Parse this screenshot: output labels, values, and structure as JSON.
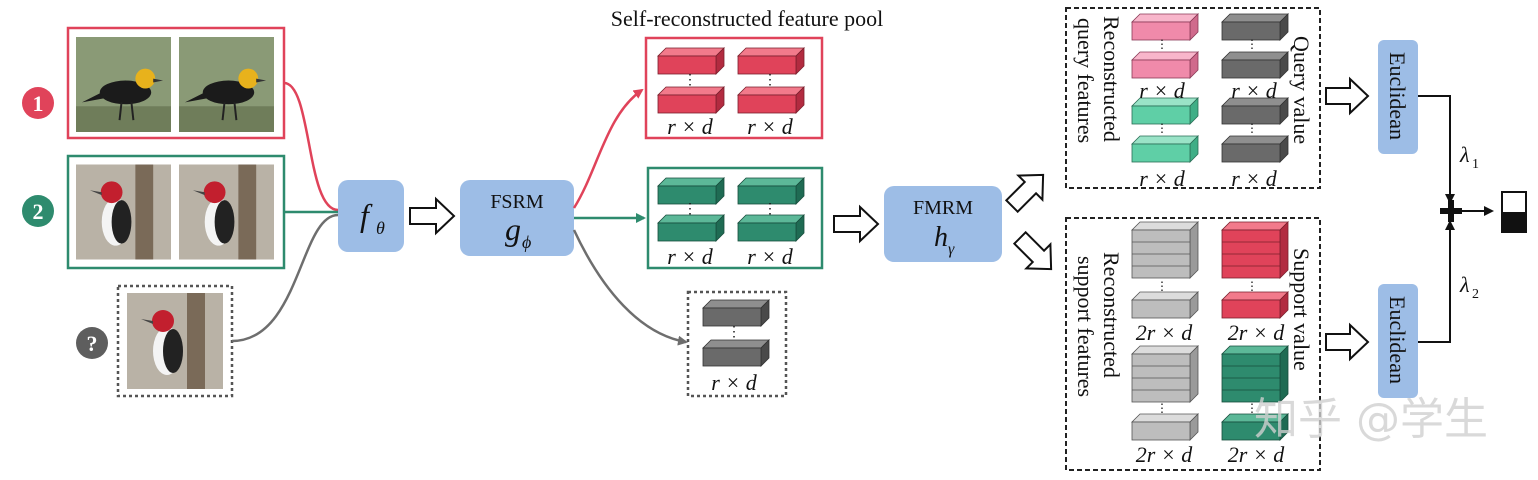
{
  "title": "Self-reconstructed feature pool",
  "classes": [
    {
      "badge": "1",
      "color": "#e0435a"
    },
    {
      "badge": "2",
      "color": "#2e8b6e"
    },
    {
      "badge": "?",
      "color": "#5e5e5e"
    }
  ],
  "modules": {
    "backbone": {
      "label": "f",
      "sub": "θ"
    },
    "fsrm": {
      "name": "FSRM",
      "label": "g",
      "sub": "ϕ"
    },
    "fmrm": {
      "name": "FMRM",
      "label": "h",
      "sub": "γ"
    }
  },
  "dims": {
    "r_d": "r × d",
    "two_r_d": "2r × d"
  },
  "query_panel": {
    "left_label_line1": "Reconstructed",
    "left_label_line2": "query features",
    "right_label": "Query value"
  },
  "support_panel": {
    "left_label_line1": "Reconstructed",
    "left_label_line2": "support features",
    "right_label": "Support value"
  },
  "metric": {
    "query": "Euclidean",
    "support": "Euclidean"
  },
  "weights": {
    "lambda1": "λ",
    "lambda1_sub": "1",
    "lambda2": "λ",
    "lambda2_sub": "2"
  },
  "watermark": "知乎 @学生",
  "colors": {
    "red": "#e0435a",
    "green": "#2e8b6e",
    "gray": "#6e6e6e",
    "module_blue": "#9dbde6",
    "pink": "#f08aaa",
    "mint": "#5fcfa6",
    "light_gray": "#bdbdbd"
  }
}
